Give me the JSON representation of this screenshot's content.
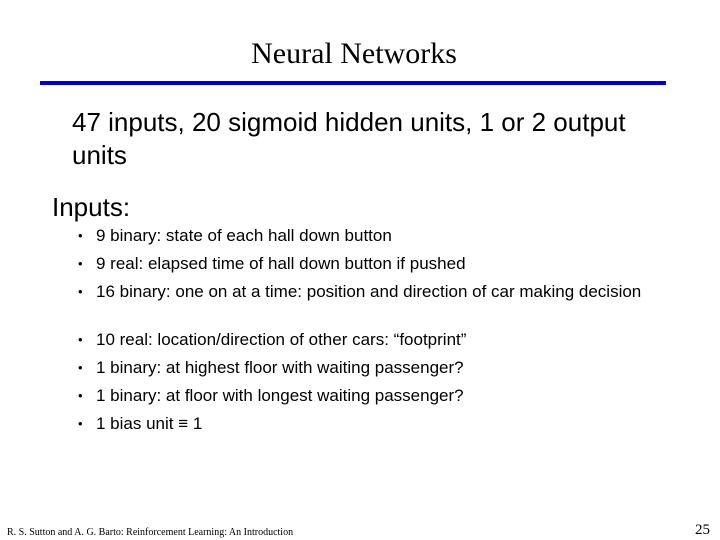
{
  "slide": {
    "title": "Neural Networks",
    "lead": "47 inputs, 20 sigmoid hidden units, 1 or 2 output units",
    "section_heading": "Inputs:",
    "bullet_symbol": "•",
    "bullets": [
      "9 binary: state of each hall down button",
      "9 real: elapsed time of hall down button if pushed",
      "16 binary: one on at a time: position and direction of car making decision",
      "10 real: location/direction of other cars: “footprint”",
      "1 binary: at highest floor with waiting passenger?",
      "1 binary: at floor with longest waiting passenger?",
      "1 bias unit ≡ 1"
    ],
    "footer": "R. S. Sutton and A. G. Barto: Reinforcement Learning: An Introduction",
    "page_number": "25",
    "colors": {
      "rule": "#0000cc",
      "text": "#000000",
      "background": "#ffffff"
    }
  }
}
